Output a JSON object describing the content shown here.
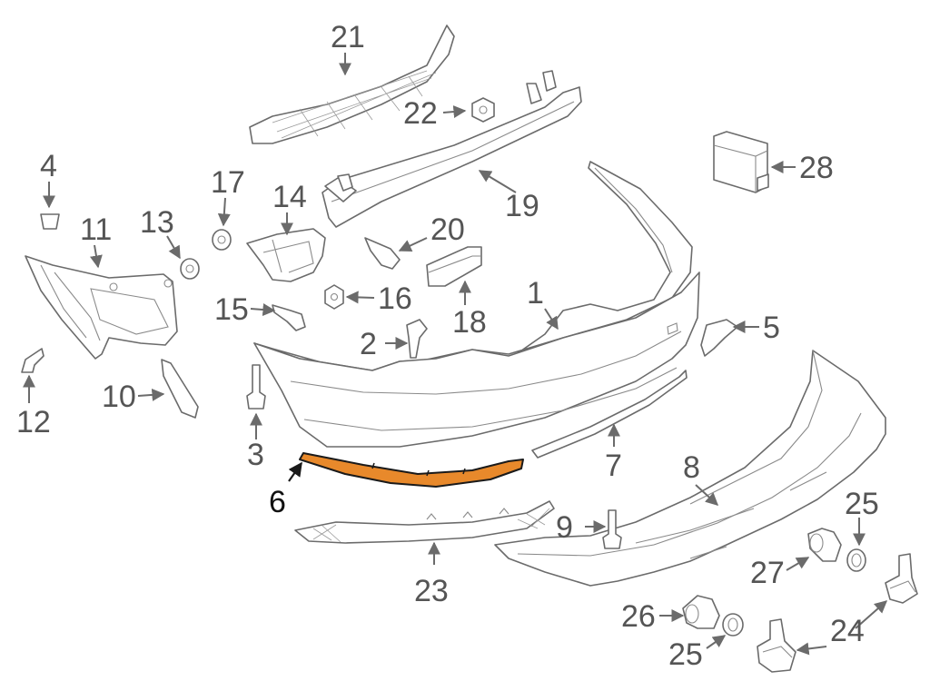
{
  "callouts": {
    "c1": "1",
    "c2": "2",
    "c3": "3",
    "c4": "4",
    "c5": "5",
    "c6": "6",
    "c7": "7",
    "c8": "8",
    "c9": "9",
    "c10": "10",
    "c11": "11",
    "c12": "12",
    "c13": "13",
    "c14": "14",
    "c15": "15",
    "c16": "16",
    "c17": "17",
    "c18": "18",
    "c19": "19",
    "c20": "20",
    "c21": "21",
    "c22": "22",
    "c23": "23",
    "c24": "24",
    "c25a": "25",
    "c25b": "25",
    "c26": "26",
    "c27": "27",
    "c28": "28"
  },
  "highlighted_part": "6",
  "colors": {
    "line": "#6b6b6b",
    "label": "#555555",
    "highlight_fill": "#e8892b",
    "highlight_stroke": "#1a1a1a",
    "background": "#ffffff"
  }
}
